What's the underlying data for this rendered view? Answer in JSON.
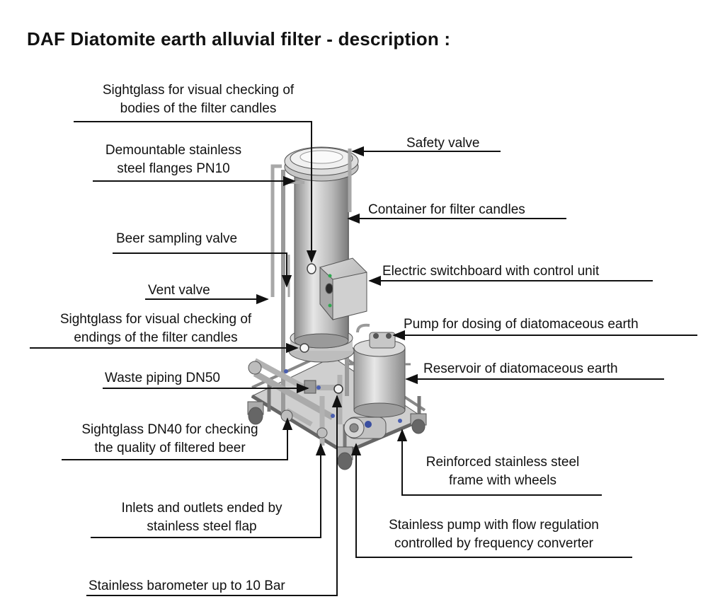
{
  "title": "DAF Diatomite earth alluvial filter - description :",
  "labels": {
    "sightglass_bodies": [
      "Sightglass for visual checking of",
      "bodies of the filter candles"
    ],
    "flanges": [
      "Demountable stainless",
      "steel flanges PN10"
    ],
    "beer_sampling": [
      "Beer sampling valve"
    ],
    "vent_valve": [
      "Vent valve"
    ],
    "sightglass_endings": [
      "Sightglass for visual checking of",
      "endings of the filter candles"
    ],
    "waste_piping": [
      "Waste piping DN50"
    ],
    "sightglass_dn40": [
      "Sightglass DN40 for checking",
      "the quality of filtered beer"
    ],
    "inlets_outlets": [
      "Inlets and outlets ended by",
      "stainless steel flap"
    ],
    "barometer": [
      "Stainless barometer up to 10 Bar"
    ],
    "safety_valve": [
      "Safety valve"
    ],
    "container": [
      "Container for filter candles"
    ],
    "switchboard": [
      "Electric switchboard with control unit"
    ],
    "dosing_pump": [
      "Pump for dosing of diatomaceous earth"
    ],
    "reservoir": [
      "Reservoir of diatomaceous earth"
    ],
    "frame": [
      "Reinforced stainless steel",
      "frame with wheels"
    ],
    "stainless_pump": [
      "Stainless pump with flow regulation",
      "controlled by frequency converter"
    ]
  },
  "colors": {
    "steel_light": "#e4e4e4",
    "steel_mid": "#b5b5b5",
    "steel_dark": "#6e6e6e",
    "indicator_green": "#2fa84f",
    "valve_blue": "#4a5fb0"
  }
}
